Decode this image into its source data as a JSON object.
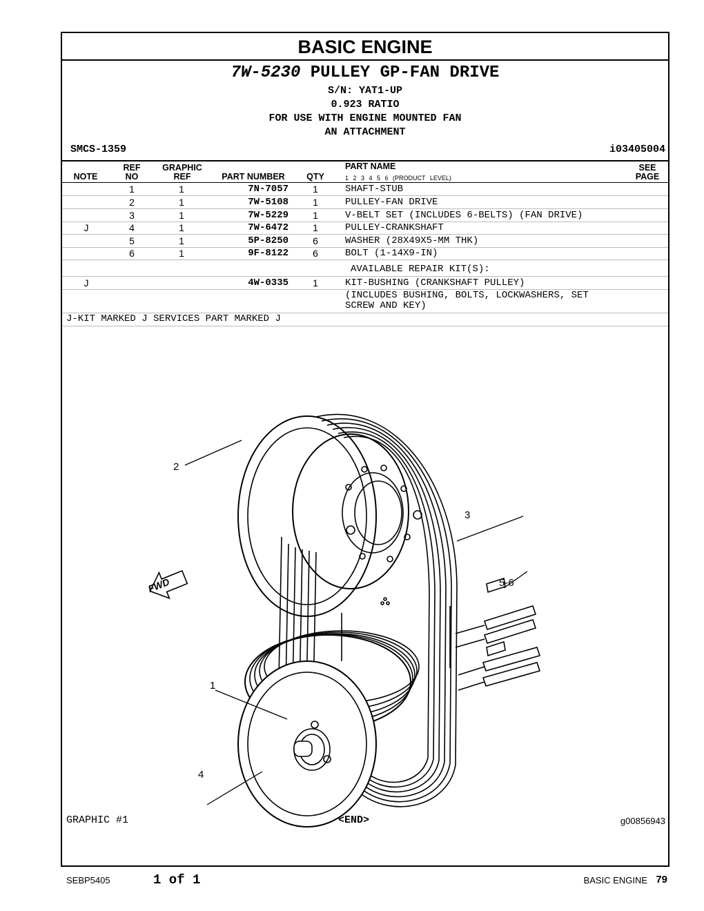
{
  "section_title": "BASIC ENGINE",
  "group": {
    "part_number": "7W-5230",
    "name": "PULLEY GP-FAN DRIVE",
    "lines": [
      "S/N: YAT1-UP",
      "0.923 RATIO",
      "FOR USE WITH ENGINE MOUNTED FAN",
      "AN ATTACHMENT"
    ]
  },
  "smcs": "SMCS-1359",
  "doc_id": "i03405004",
  "columns": {
    "note": "NOTE",
    "ref_top": "REF",
    "ref_bot": "NO",
    "graphic_top": "GRAPHIC",
    "graphic_bot": "REF",
    "part_number": "PART NUMBER",
    "qty": "QTY",
    "part_name": "PART NAME",
    "product_level": "1 2 3 4 5 6 (PRODUCT LEVEL)",
    "see_top": "SEE",
    "see_bot": "PAGE"
  },
  "parts": [
    {
      "note": "",
      "ref": "1",
      "graphic": "1",
      "pn": "7N-7057",
      "qty": "1",
      "name": "SHAFT-STUB"
    },
    {
      "note": "",
      "ref": "2",
      "graphic": "1",
      "pn": "7W-5108",
      "qty": "1",
      "name": "PULLEY-FAN DRIVE"
    },
    {
      "note": "",
      "ref": "3",
      "graphic": "1",
      "pn": "7W-5229",
      "qty": "1",
      "name": "V-BELT SET (INCLUDES 6-BELTS) (FAN DRIVE)"
    },
    {
      "note": "J",
      "ref": "4",
      "graphic": "1",
      "pn": "7W-6472",
      "qty": "1",
      "name": "PULLEY-CRANKSHAFT"
    },
    {
      "note": "",
      "ref": "5",
      "graphic": "1",
      "pn": "5P-8250",
      "qty": "6",
      "name": "WASHER (28X49X5-MM THK)"
    },
    {
      "note": "",
      "ref": "6",
      "graphic": "1",
      "pn": "9F-8122",
      "qty": "6",
      "name": "BOLT (1-14X9-IN)"
    }
  ],
  "kit": {
    "heading": "AVAILABLE REPAIR KIT(S):",
    "note": "J",
    "pn": "4W-0335",
    "qty": "1",
    "name": "KIT-BUSHING (CRANKSHAFT PULLEY)",
    "desc1": "(INCLUDES BUSHING, BOLTS, LOCKWASHERS, SET",
    "desc2": "SCREW AND KEY)"
  },
  "footnote": "J-KIT MARKED J SERVICES PART MARKED J",
  "callouts": {
    "c1": "1",
    "c2": "2",
    "c3": "3",
    "c4": "4",
    "c56": "5-6",
    "fwd": "FWD"
  },
  "graphic_label": "GRAPHIC #1",
  "end_label": "<END>",
  "graphic_id": "g00856943",
  "page": {
    "doc": "SEBP5405",
    "count": "1 of 1",
    "section": "BASIC ENGINE",
    "number": "79"
  }
}
